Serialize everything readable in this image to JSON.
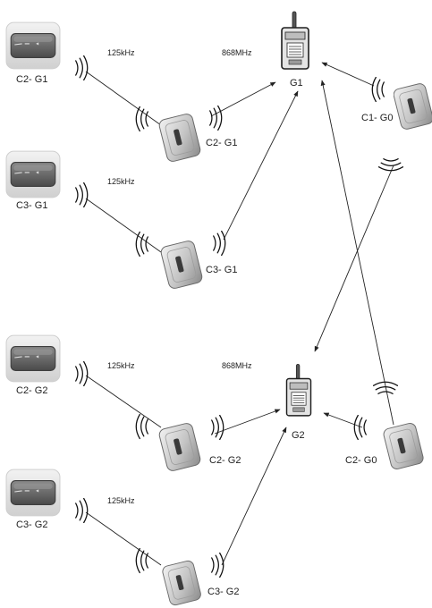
{
  "frequencies": {
    "lf_top_1": "125kHz",
    "lf_top_2": "125kHz",
    "lf_bottom_1": "125kHz",
    "lf_bottom_2": "125kHz",
    "rf_top": "868MHz",
    "rf_bottom": "868MHz"
  },
  "readers": {
    "c2_g1": "C2- G1",
    "c3_g1": "C3- G1",
    "c2_g2": "C2- G2",
    "c3_g2": "C3- G2"
  },
  "transmitters": {
    "c2_g1": "C2- G1",
    "c3_g1": "C3- G1",
    "c1_g0": "C1- G0",
    "c2_g2": "C2- G2",
    "c3_g2": "C3- G2",
    "c2_g0": "C2- G0"
  },
  "receivers": {
    "g1": "G1",
    "g2": "G2"
  },
  "icons": {
    "reader": "card-reader-icon",
    "transmitter": "remote-transmitter-icon",
    "receiver": "antenna-receiver-icon",
    "wave": "radio-wave-icon"
  },
  "colors": {
    "line": "#222222",
    "device_body": "#c8c8c8",
    "device_dark": "#5c5c5c",
    "reader_frame": "#d9d9d9"
  }
}
